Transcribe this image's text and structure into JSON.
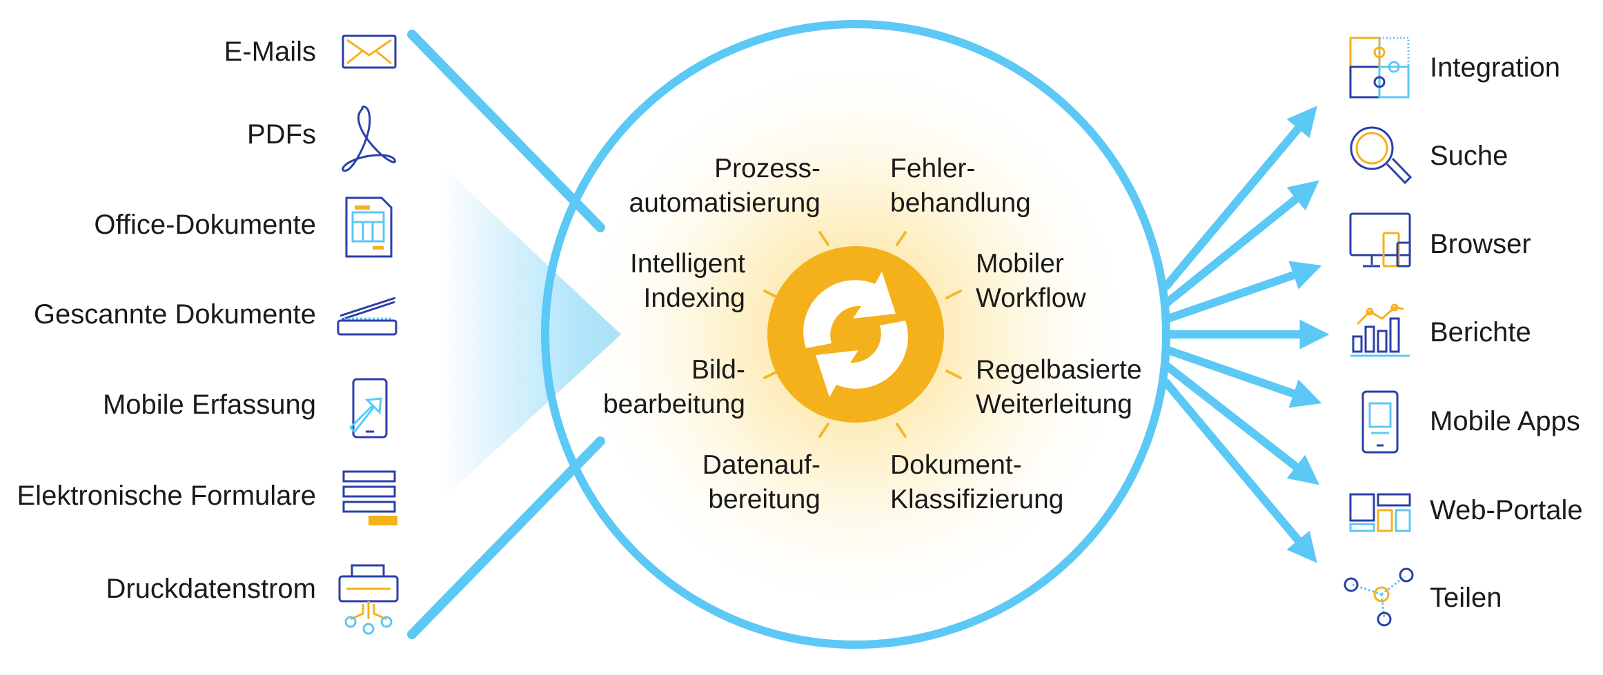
{
  "inputs": [
    {
      "label": "E-Mails",
      "icon": "envelope-icon"
    },
    {
      "label": "PDFs",
      "icon": "pdf-icon"
    },
    {
      "label": "Office-Dokumente",
      "icon": "office-document-icon"
    },
    {
      "label": "Gescannte Dokumente",
      "icon": "scanner-icon"
    },
    {
      "label": "Mobile Erfassung",
      "icon": "mobile-capture-icon"
    },
    {
      "label": "Elektronische Formulare",
      "icon": "form-icon"
    },
    {
      "label": "Druckdatenstrom",
      "icon": "printer-icon"
    }
  ],
  "center": {
    "icon": "refresh-cycle-icon",
    "functions": [
      {
        "text": "Prozess-\nautomatisierung"
      },
      {
        "text": "Fehler-\nbehandlung"
      },
      {
        "text": "Intelligent\nIndexing"
      },
      {
        "text": "Mobiler\nWorkflow"
      },
      {
        "text": "Bild-\nbearbeitung"
      },
      {
        "text": "Regelbasierte\nWeiterleitung"
      },
      {
        "text": "Datenauf-\nbereitung"
      },
      {
        "text": "Dokument-\nKlassifizierung"
      }
    ]
  },
  "outputs": [
    {
      "label": "Integration",
      "icon": "puzzle-icon"
    },
    {
      "label": "Suche",
      "icon": "magnifier-icon"
    },
    {
      "label": "Browser",
      "icon": "devices-icon"
    },
    {
      "label": "Berichte",
      "icon": "report-chart-icon"
    },
    {
      "label": "Mobile Apps",
      "icon": "smartphone-icon"
    },
    {
      "label": "Web-Portale",
      "icon": "web-portal-icon"
    },
    {
      "label": "Teilen",
      "icon": "share-icon"
    }
  ],
  "colors": {
    "circle": "#5BC8F5",
    "sun": "#F5B11B",
    "icon_blue": "#2A3FA8",
    "icon_yellow": "#F5B11B",
    "icon_cyan": "#5BC8F5"
  }
}
